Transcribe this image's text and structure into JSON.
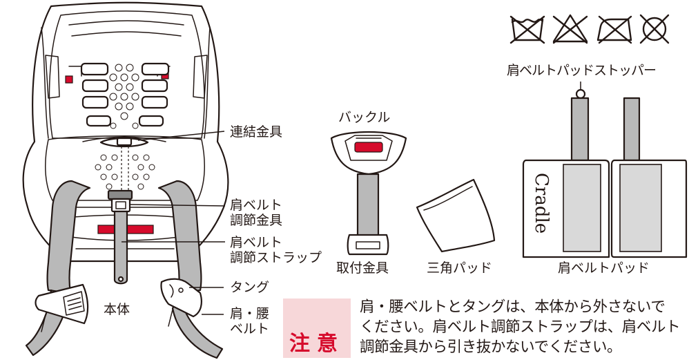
{
  "labels": {
    "renketsu_kangu": "連結金具",
    "kata_belt_chousetsu_kangu": [
      "肩ベルト",
      "調節金具"
    ],
    "kata_belt_chousetsu_strap": [
      "肩ベルト",
      "調節ストラップ"
    ],
    "tang": "タング",
    "kata_koshi_belt": [
      "肩・腰",
      "ベルト"
    ],
    "hontai": "本体",
    "buckle": "バックル",
    "toritsuke_kangu": "取付金具",
    "sankaku_pad": "三角パッド",
    "kata_belt_pad": "肩ベルトパッド",
    "kata_belt_pad_stopper": "肩ベルトパッドストッパー",
    "pad_logo": "Cradle"
  },
  "care_icons": [
    "no-washing-icon",
    "no-bleach-icon",
    "no-iron-icon",
    "no-tumble-dry-icon"
  ],
  "caution": {
    "title": "注意",
    "lines": [
      "肩・腰ベルトとタングは、本体から外さないで",
      "ください。肩ベルト調節ストラップは、肩ベルト",
      "調節金具から引き抜かないでください。"
    ]
  },
  "colors": {
    "accent_red": "#d60b2c",
    "belt_gray": "#b9b9b9",
    "caution_bg": "#f7d7d9",
    "line": "#231815"
  }
}
